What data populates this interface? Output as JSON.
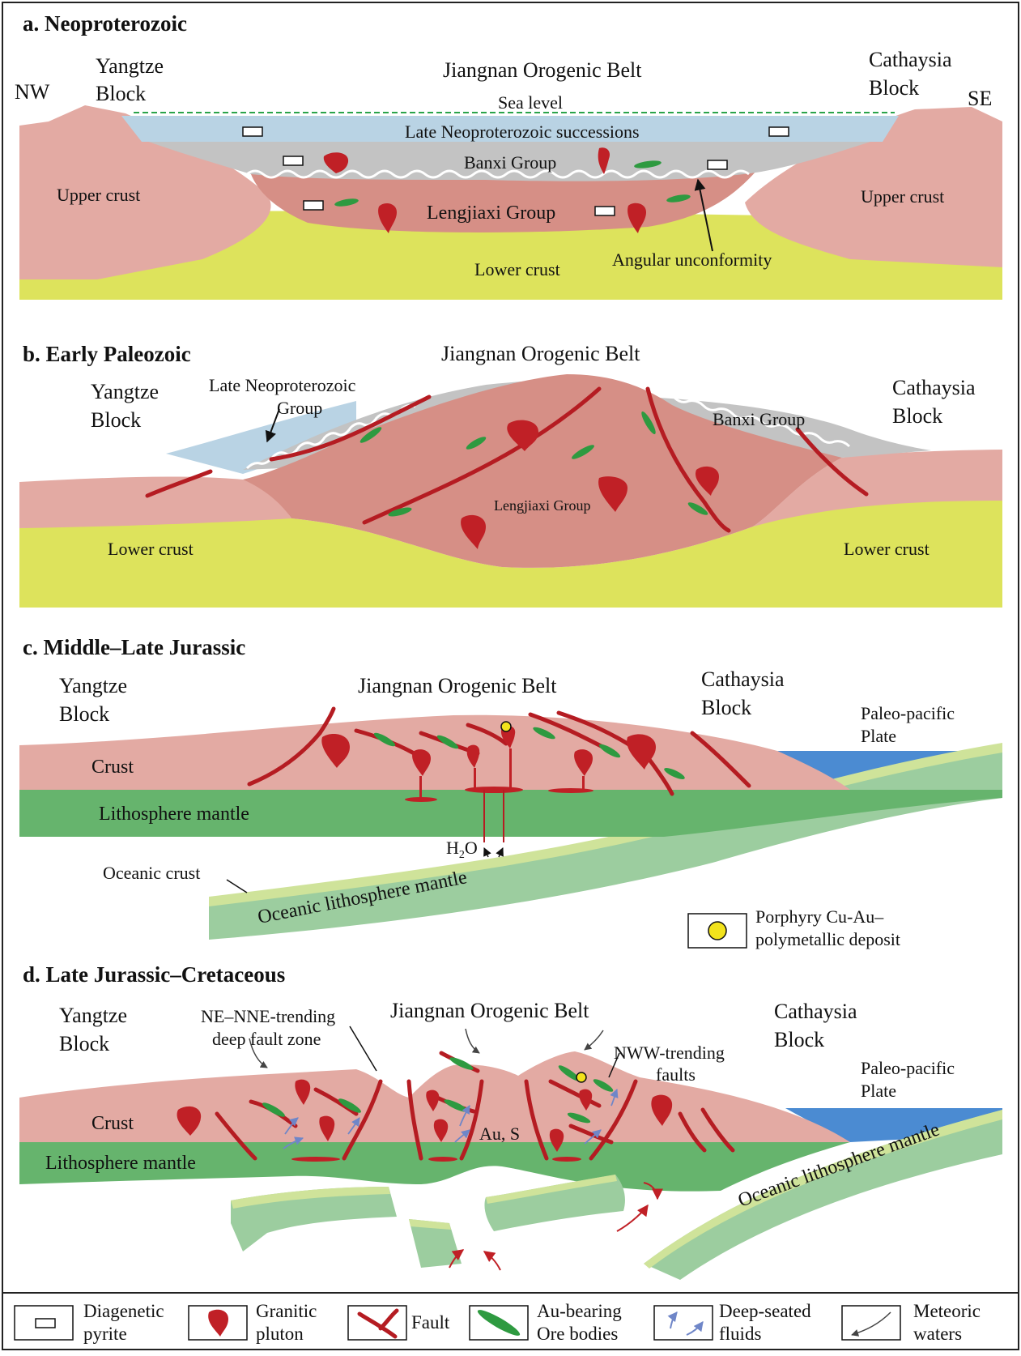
{
  "panel_a": {
    "title": "a. Neoproterozoic",
    "nw": "NW",
    "se": "SE",
    "yangtze_1": "Yangtze",
    "yangtze_2": "Block",
    "belt": "Jiangnan Orogenic Belt",
    "cathaysia_1": "Cathaysia",
    "cathaysia_2": "Block",
    "sea_level": "Sea level",
    "late_neo": "Late Neoproterozoic successions",
    "banxi": "Banxi Group",
    "upper_crust_left": "Upper crust",
    "upper_crust_right": "Upper crust",
    "lengjiaxi": "Lengjiaxi Group",
    "lower_crust": "Lower crust",
    "unconformity": "Angular unconformity"
  },
  "panel_b": {
    "title": "b. Early Paleozoic",
    "belt": "Jiangnan Orogenic Belt",
    "yangtze_1": "Yangtze",
    "yangtze_2": "Block",
    "late_neo_1": "Late Neoproterozoic",
    "late_neo_2": "Group",
    "cathaysia_1": "Cathaysia",
    "cathaysia_2": "Block",
    "banxi": "Banxi Group",
    "lengjiaxi": "Lengjiaxi Group",
    "lower_crust_left": "Lower crust",
    "lower_crust_right": "Lower crust"
  },
  "panel_c": {
    "title": "c. Middle–Late Jurassic",
    "yangtze_1": "Yangtze",
    "yangtze_2": "Block",
    "belt": "Jiangnan Orogenic Belt",
    "cathaysia_1": "Cathaysia",
    "cathaysia_2": "Block",
    "plate_1": "Paleo-pacific",
    "plate_2": "Plate",
    "crust": "Crust",
    "lith_mantle": "Lithosphere mantle",
    "h2o_main": "H",
    "h2o_sub": "2",
    "h2o_tail": "O",
    "oceanic_crust": "Oceanic crust",
    "oceanic_mantle": "Oceanic lithosphere mantle",
    "porphyry_1": "Porphyry Cu-Au–",
    "porphyry_2": "polymetallic  deposit"
  },
  "panel_d": {
    "title": "d. Late Jurassic–Cretaceous",
    "yangtze_1": "Yangtze",
    "yangtze_2": "Block",
    "fault_zone_1": "NE–NNE-trending",
    "fault_zone_2": "deep fault zone",
    "belt": "Jiangnan Orogenic Belt",
    "cathaysia_1": "Cathaysia",
    "cathaysia_2": "Block",
    "nww_1": "NWW-trending",
    "nww_2": "faults",
    "plate_1": "Paleo-pacific",
    "plate_2": "Plate",
    "crust": "Crust",
    "au_s": "Au, S",
    "lith_mantle": "Lithosphere mantle",
    "oceanic_mantle": "Oceanic lithosphere mantle"
  },
  "legend": [
    {
      "icon": "pyrite-icon",
      "line1": "Diagenetic",
      "line2": "pyrite"
    },
    {
      "icon": "pluton-icon",
      "line1": "Granitic",
      "line2": "pluton"
    },
    {
      "icon": "fault-icon",
      "line1": "Fault",
      "line2": ""
    },
    {
      "icon": "ore-body-icon",
      "line1": "Au-bearing",
      "line2": "Ore bodies"
    },
    {
      "icon": "fluid-icon",
      "line1": "Deep-seated",
      "line2": "fluids"
    },
    {
      "icon": "water-icon",
      "line1": "Meteoric",
      "line2": "waters"
    }
  ],
  "colors": {
    "upper_crust": "#e3aaa3",
    "lengjiaxi": "#d68f86",
    "lower_crust": "#dde35c",
    "banxi": "#c3c3c3",
    "sea": "#b9d3e4",
    "sea_level": "#2aa34a",
    "pluton": "#c02026",
    "fault": "#b51c22",
    "ore": "#2e9a40",
    "lith_mantle": "#66b46d",
    "oceanic_slab": "#9ccd9f",
    "oceanic_crust": "#cfe39a",
    "paleo_pacific": "#4b8bd2",
    "deposit": "#f2e31c",
    "fluid_arrow": "#6f86c8"
  }
}
